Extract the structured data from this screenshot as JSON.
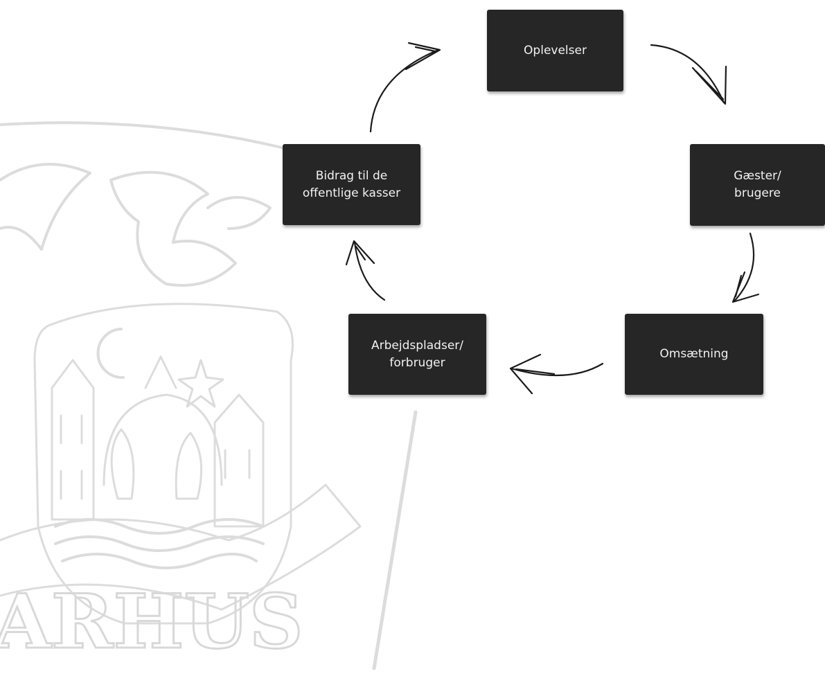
{
  "watermark": {
    "name": "Aarhus coat of arms",
    "text": "ARHUS",
    "color": "#d9d9d9"
  },
  "diagram": {
    "node_color": "#262626",
    "text_color": "#f2f2f2",
    "nodes": [
      {
        "id": "oplevelser",
        "lines": [
          "Oplevelser"
        ]
      },
      {
        "id": "gaester",
        "lines": [
          "Gæster/",
          "brugere"
        ]
      },
      {
        "id": "omsaetning",
        "lines": [
          "Omsætning"
        ]
      },
      {
        "id": "arbejde",
        "lines": [
          "Arbejdspladser/",
          "forbruger"
        ]
      },
      {
        "id": "bidrag",
        "lines": [
          "Bidrag til de",
          "offentlige kasser"
        ]
      }
    ],
    "edges": [
      {
        "from": "oplevelser",
        "to": "gaester"
      },
      {
        "from": "gaester",
        "to": "omsaetning"
      },
      {
        "from": "omsaetning",
        "to": "arbejde"
      },
      {
        "from": "arbejde",
        "to": "bidrag"
      },
      {
        "from": "bidrag",
        "to": "oplevelser"
      }
    ]
  }
}
